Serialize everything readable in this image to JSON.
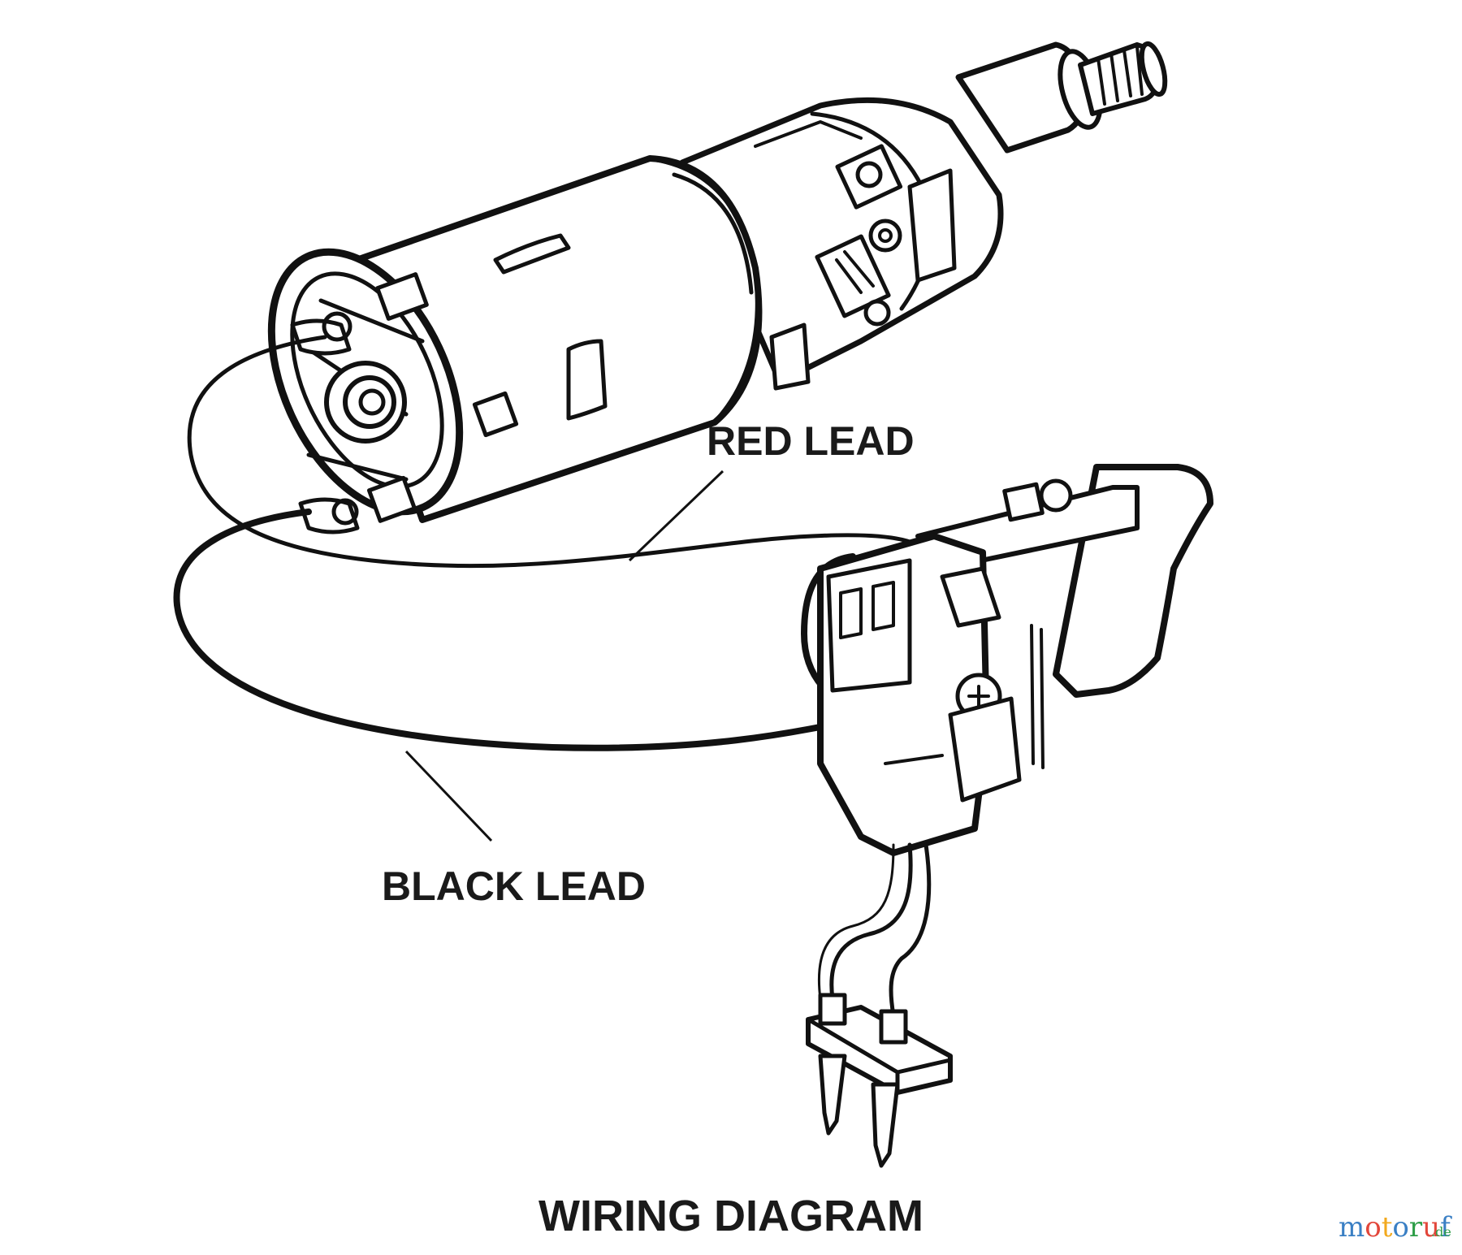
{
  "labels": {
    "red_lead": "RED LEAD",
    "black_lead": "BLACK LEAD",
    "title": "WIRING DIAGRAM"
  },
  "watermark": {
    "main": "motoruf",
    "suffix": ".de",
    "letter_colors": [
      "#3a7fc4",
      "#e2463a",
      "#f2a91d",
      "#3a7fc4",
      "#2e9e48",
      "#e2463a",
      "#3a7fc4"
    ]
  }
}
